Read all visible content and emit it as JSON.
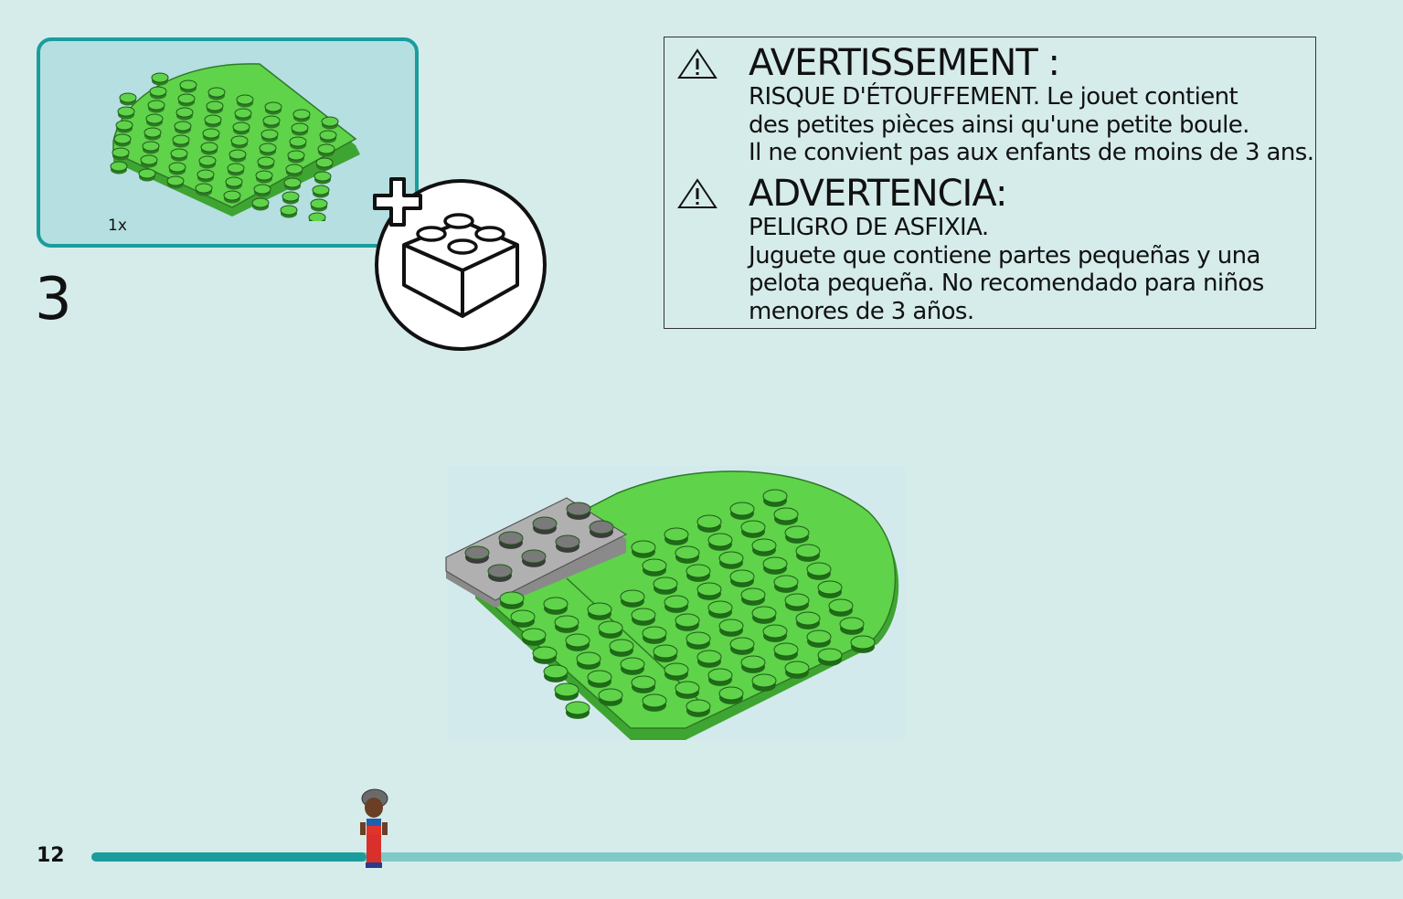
{
  "parts": {
    "quantity": "1x"
  },
  "step": {
    "number": "3"
  },
  "warning_fr": {
    "title": "AVERTISSEMENT :",
    "lines": [
      "RISQUE D'ÉTOUFFEMENT. Le jouet contient",
      "des petites pièces ainsi qu'une petite boule.",
      "Il ne convient pas aux enfants de moins de 3 ans."
    ]
  },
  "warning_es": {
    "title": "ADVERTENCIA:",
    "lines": [
      "PELIGRO DE ASFIXIA.",
      "Juguete que contiene partes pequeñas y una",
      "pelota pequeña. No recomendado para niños",
      "menores de 3 años."
    ]
  },
  "page": {
    "number": "12"
  },
  "progress": {
    "fraction": 0.21
  },
  "colors": {
    "teal": "#1a9d9c",
    "brick_green": "#5fd34a",
    "background": "#d5ecea"
  }
}
